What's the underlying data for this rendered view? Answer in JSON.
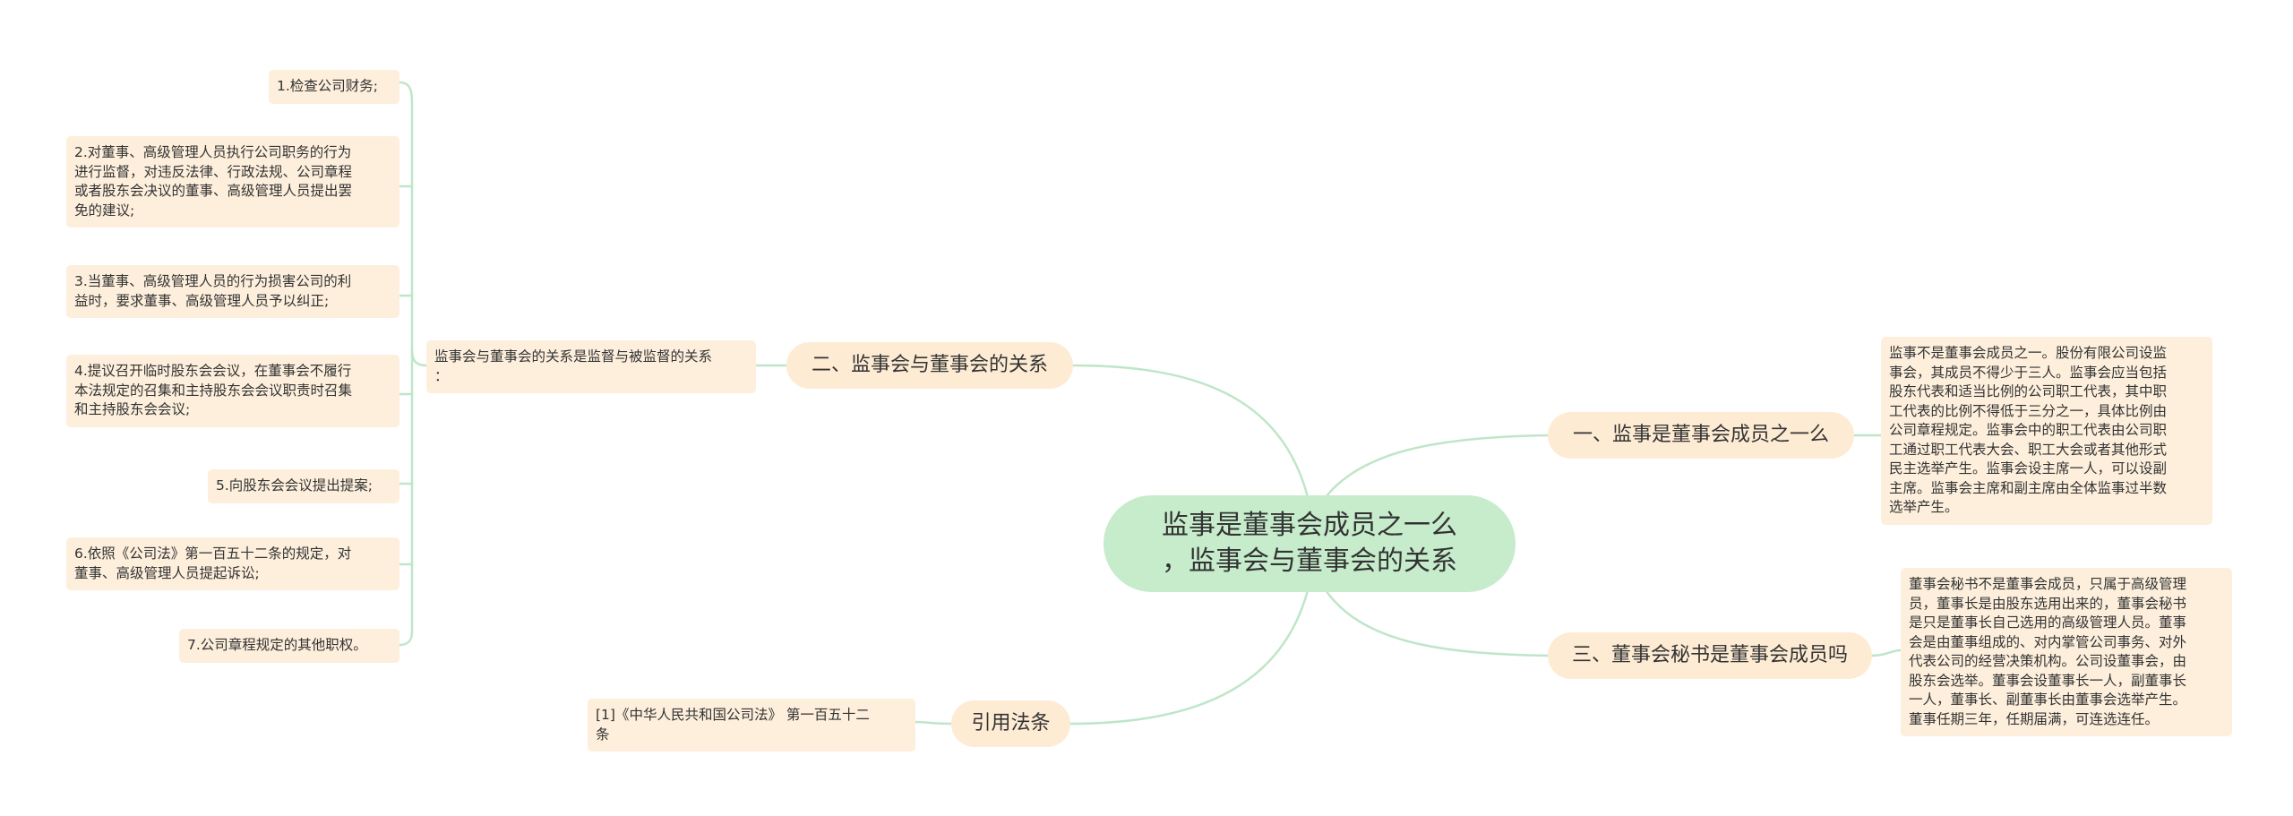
{
  "root": {
    "line1": "监事是董事会成员之一么",
    "line2": "，监事会与董事会的关系"
  },
  "branches": {
    "b1": "一、监事是董事会成员之一么",
    "b2": "二、监事会与董事会的关系",
    "b3": "三、董事会秘书是董事会成员吗",
    "b4": "引用法条"
  },
  "details": {
    "b1_text": "监事不是董事会成员之一。股份有限公司设监\n事会，其成员不得少于三人。监事会应当包括\n股东代表和适当比例的公司职工代表，其中职\n工代表的比例不得低于三分之一，具体比例由\n公司章程规定。监事会中的职工代表由公司职\n工通过职工代表大会、职工大会或者其他形式\n民主选举产生。监事会设主席一人，可以设副\n主席。监事会主席和副主席由全体监事过半数\n选举产生。",
    "b2_text": "监事会与董事会的关系是监督与被监督的关系\n：",
    "b3_text": "董事会秘书不是董事会成员，只属于高级管理\n员，董事长是由股东选用出来的，董事会秘书\n是只是董事长自己选用的高级管理人员。董事\n会是由董事组成的、对内掌管公司事务、对外\n代表公司的经营决策机构。公司设董事会，由\n股东会选举。董事会设董事长一人，副董事长\n一人，董事长、副董事长由董事会选举产生。\n董事任期三年，任期届满，可连选连任。",
    "b4_text": "[1]《中华人民共和国公司法》 第一百五十二\n条"
  },
  "powers": [
    "1.检查公司财务;",
    "2.对董事、高级管理人员执行公司职务的行为\n进行监督，对违反法律、行政法规、公司章程\n或者股东会决议的董事、高级管理人员提出罢\n免的建议;",
    "3.当董事、高级管理人员的行为损害公司的利\n益时，要求董事、高级管理人员予以纠正;",
    "4.提议召开临时股东会会议，在董事会不履行\n本法规定的召集和主持股东会会议职责时召集\n和主持股东会会议;",
    "5.向股东会会议提出提案;",
    "6.依照《公司法》第一百五十二条的规定，对\n董事、高级管理人员提起诉讼;",
    "7.公司章程规定的其他职权。"
  ],
  "colors": {
    "root_fill": "#c6eccc",
    "branch_fill": "#fdebd3",
    "leaf_fill": "#fdefdc",
    "link": "#bfe6c8"
  }
}
